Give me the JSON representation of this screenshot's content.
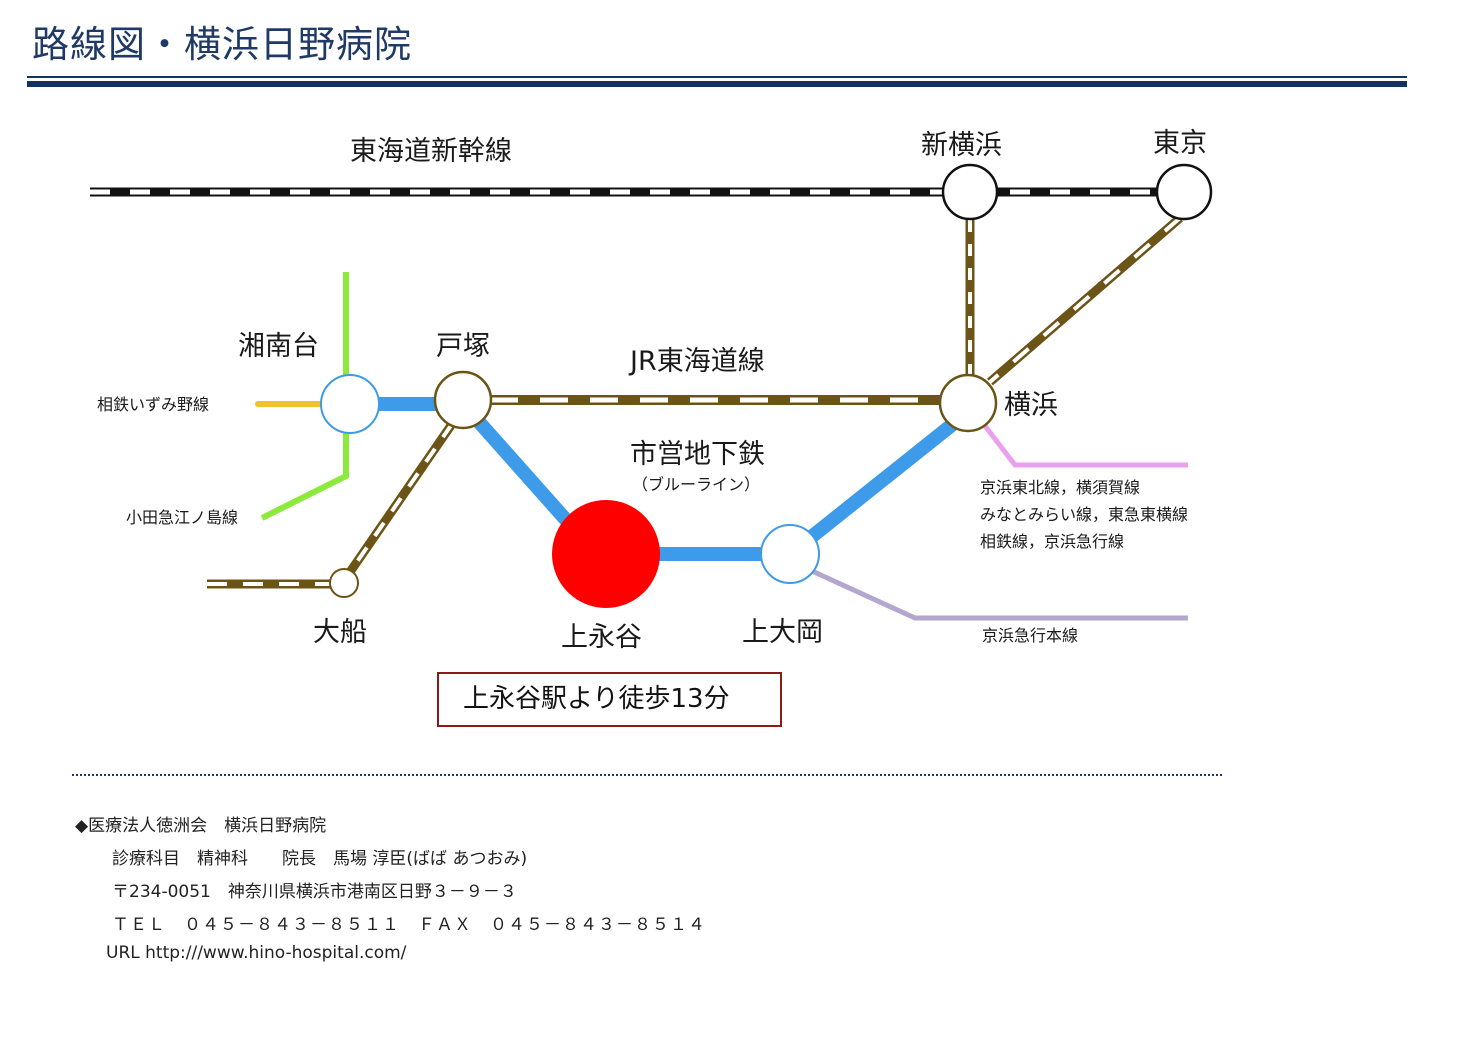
{
  "header": {
    "title": "路線図・横浜日野病院"
  },
  "map": {
    "lines": {
      "shinkansen": "東海道新幹線",
      "jr_tokaido": "JR東海道線",
      "subway": "市営地下鉄",
      "subway_sub": "（ブルーライン）",
      "izumino": "相鉄いずみ野線",
      "odakyu": "小田急江ノ島線",
      "yokohama_others_1": "京浜東北線，横須賀線",
      "yokohama_others_2": "みなとみらい線，東急東横線",
      "yokohama_others_3": "相鉄線，京浜急行線",
      "keikyu_main": "京浜急行本線"
    },
    "stations": {
      "shin_yokohama": "新横浜",
      "tokyo": "東京",
      "shonandai": "湘南台",
      "totsuka": "戸塚",
      "yokohama": "横浜",
      "ofuna": "大船",
      "kaminagaya": "上永谷",
      "kamiooka": "上大岡"
    },
    "colors": {
      "jr_brown": "#6b5416",
      "blue_line": "#3d9be9",
      "izumino_yellow": "#f2c12e",
      "odakyu_green": "#8bea3a",
      "pink": "#e8a0ef",
      "lavender": "#b3a6cf",
      "highlight_red": "#ff0000"
    },
    "access": "上永谷駅より徒歩13分"
  },
  "footer": {
    "line0": "◆医療法人徳洲会　横浜日野病院",
    "line1": "診療科目　精神科　　院長　馬場 淳臣(ばば あつおみ)",
    "line2": "〒234-0051　神奈川県横浜市港南区日野３－９－３",
    "line3": "ＴＥＬ　０４５－８４３－８５１１　ＦＡＸ　０４５－８４３－８５１４",
    "line4": "URL http:///www.hino-hospital.com/"
  }
}
